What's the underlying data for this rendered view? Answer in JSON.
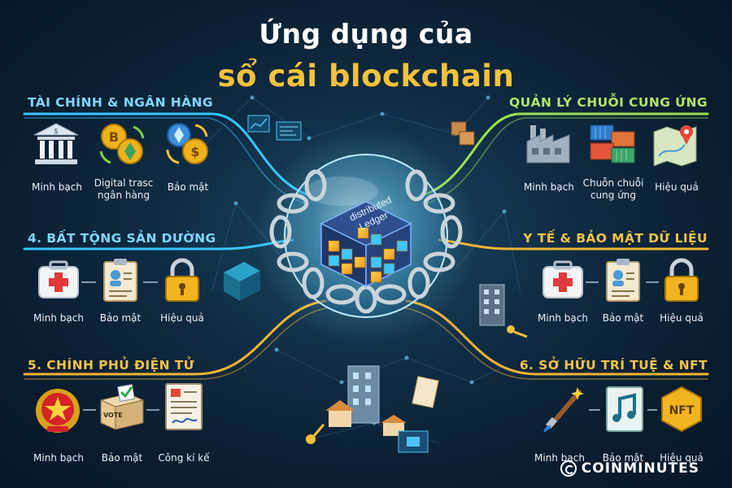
{
  "title": {
    "line1": "Ứng dụng của",
    "line2": "sổ cái blockchain"
  },
  "center": {
    "sphere_label": "distributed\nLedger",
    "sphere_line1": "distributed",
    "sphere_line2": "Ledger"
  },
  "sections": [
    {
      "title": "TÀI CHÍNH & NGÂN HÀNG",
      "color": "#7fd6ff",
      "items": [
        {
          "label": "Minh bạch",
          "icon": "bank-icon"
        },
        {
          "label": "Digital trasc\nngân hàng",
          "label_line1": "Digital trasc",
          "label_line2": "ngân hàng",
          "icon": "crypto-coins-icon"
        },
        {
          "label": "Bảo mật",
          "icon": "currency-exchange-icon"
        }
      ]
    },
    {
      "title": "QUẢN LÝ CHUỖI CUNG ỨNG",
      "color": "#aee66b",
      "items": [
        {
          "label": "Minh bạch",
          "icon": "factory-icon"
        },
        {
          "label": "Chuỗn chuỗi\ncung ứng",
          "label_line1": "Chuỗn chuỗi",
          "label_line2": "cung ứng",
          "icon": "shipping-containers-icon"
        },
        {
          "label": "Hiệu quả",
          "icon": "map-pin-icon"
        }
      ]
    },
    {
      "title": "4. BẤT TỘNG SẢN DƯỜNG",
      "color": "#7fd6ff",
      "items": [
        {
          "label": "Minh bạch",
          "icon": "medical-kit-icon"
        },
        {
          "label": "Bảo mật",
          "icon": "id-card-icon"
        },
        {
          "label": "Hiệu quả",
          "icon": "padlock-icon"
        }
      ]
    },
    {
      "title": "Y TẾ & BẢO MẬT DỮ LIỆU",
      "color": "#f4c24a",
      "items": [
        {
          "label": "Minh bạch",
          "icon": "medical-kit-icon"
        },
        {
          "label": "Bảo mật",
          "icon": "id-card-icon"
        },
        {
          "label": "Hiệu quả",
          "icon": "padlock-icon"
        }
      ]
    },
    {
      "title": "5. CHÍNH PHỦ ĐIỆN TỬ",
      "color": "#f4c24a",
      "items": [
        {
          "label": "Minh bạch",
          "icon": "national-emblem-icon"
        },
        {
          "label": "Bảo mật",
          "icon": "ballot-box-icon",
          "badge": "VOTE"
        },
        {
          "label": "Công kí kế",
          "icon": "signed-document-icon"
        }
      ]
    },
    {
      "title": "6. SỞ HỮU TRÍ TUỆ & NFT",
      "color": "#f4c24a",
      "items": [
        {
          "label": "Minh bạch",
          "icon": "paintbrush-icon"
        },
        {
          "label": "Bảo mật",
          "icon": "music-file-icon"
        },
        {
          "label": "Hiệu quả",
          "icon": "nft-badge-icon",
          "badge": "NFT"
        }
      ]
    }
  ],
  "watermark": "COINMINUTES",
  "colors": {
    "background": "#0a1e30",
    "title_primary": "#ffffff",
    "title_accent": "#f2c23a",
    "line_blue": "#35c7ff",
    "line_green": "#9be24e",
    "line_gold": "#f0b432"
  }
}
